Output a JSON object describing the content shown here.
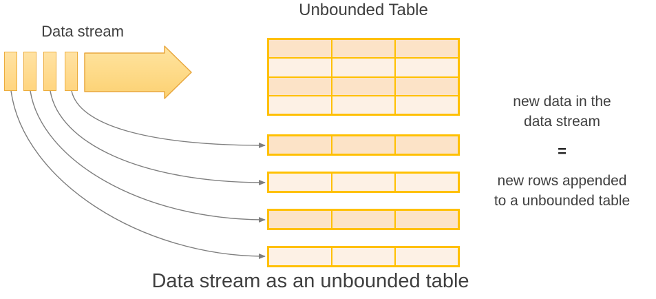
{
  "labels": {
    "data_stream": "Data stream",
    "unbounded_table_title": "Unbounded Table",
    "caption": "Data stream as an unbounded table"
  },
  "annotation": {
    "line1": "new data in the",
    "line2": "data stream",
    "equals": "=",
    "line3": "new rows appended",
    "line4": "to a unbounded table"
  },
  "diagram": {
    "stream_bar_count": 4,
    "unbounded_table": {
      "rows": 4,
      "columns": 3
    },
    "appended_rows": {
      "count": 4,
      "columns": 3
    }
  },
  "colors": {
    "table_border": "#FFC000",
    "row_fill_dark": "#FCE3C7",
    "row_fill_light": "#FDF1E5",
    "bar_fill_top": "#FFE2A3",
    "bar_fill_bottom": "#FFD580",
    "bar_border": "#ECAC3D",
    "arrow_fill_top": "#FFE4A0",
    "arrow_fill_bottom": "#FCD172",
    "arrow_border": "#E8A73E",
    "connector": "#7F7F7F",
    "text": "#3F3F3F",
    "equals": "#1F1F1F"
  }
}
